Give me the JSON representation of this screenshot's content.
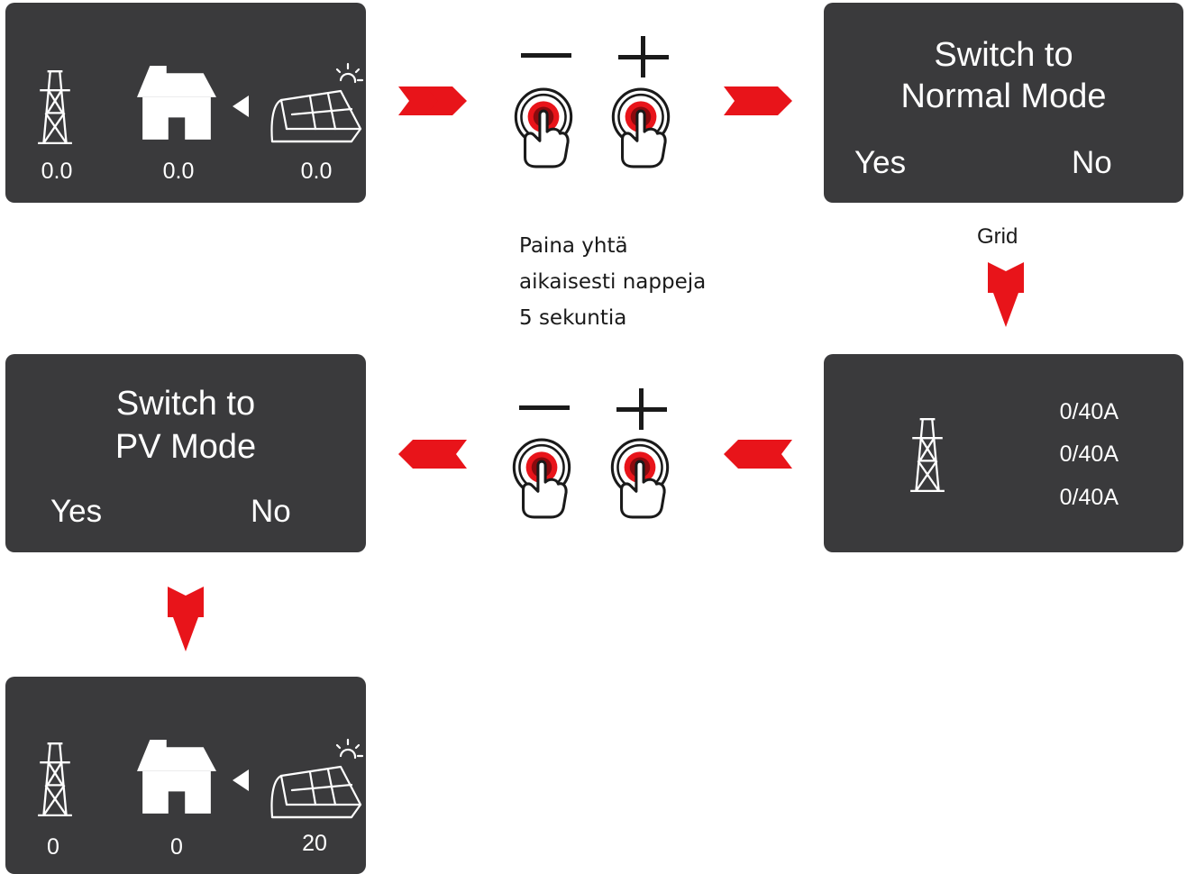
{
  "panel_top_left": {
    "grid_value": "0.0",
    "home_value": "0.0",
    "pv_value": "0.0"
  },
  "panel_normal_mode": {
    "title_line1": "Switch to",
    "title_line2": "Normal Mode",
    "yes": "Yes",
    "no": "No"
  },
  "instruction": {
    "line1": "Paina yhtä",
    "line2": "aikaisesti nappeja",
    "line3": "5 sekuntia"
  },
  "grid_label": "Grid",
  "panel_current": {
    "phase1": "0/40A",
    "phase2": "0/40A",
    "phase3": "0/40A"
  },
  "panel_pv_mode": {
    "title_line1": "Switch to",
    "title_line2": "PV Mode",
    "yes": "Yes",
    "no": "No"
  },
  "panel_bottom": {
    "grid_value": "0",
    "home_value": "0",
    "pv_value": "20"
  },
  "buttons": {
    "minus_symbol": "minus-icon",
    "plus_symbol": "plus-icon"
  },
  "colors": {
    "screen": "#3a3a3c",
    "arrow": "#e8141a",
    "button_ring": "#e8141a"
  }
}
